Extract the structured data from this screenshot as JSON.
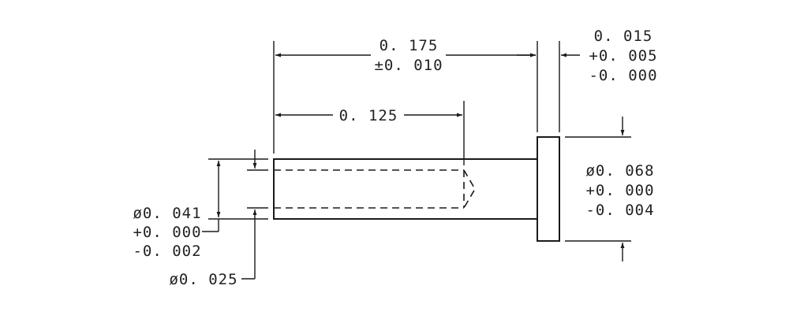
{
  "dimensions": {
    "overall_length": {
      "value": "0. 175",
      "tolerance": "±0. 010"
    },
    "bore_depth": {
      "value": "0. 125"
    },
    "head_thickness": {
      "value": "0. 015",
      "tol_plus": "+0. 005",
      "tol_minus": "-0. 000"
    },
    "head_diameter": {
      "value": "ø0. 068",
      "tol_plus": "+0. 000",
      "tol_minus": "-0. 004"
    },
    "shank_diameter": {
      "value": "ø0. 041",
      "tol_plus": "+0. 000",
      "tol_minus": "-0. 002"
    },
    "bore_diameter": {
      "value": "ø0. 025"
    }
  }
}
